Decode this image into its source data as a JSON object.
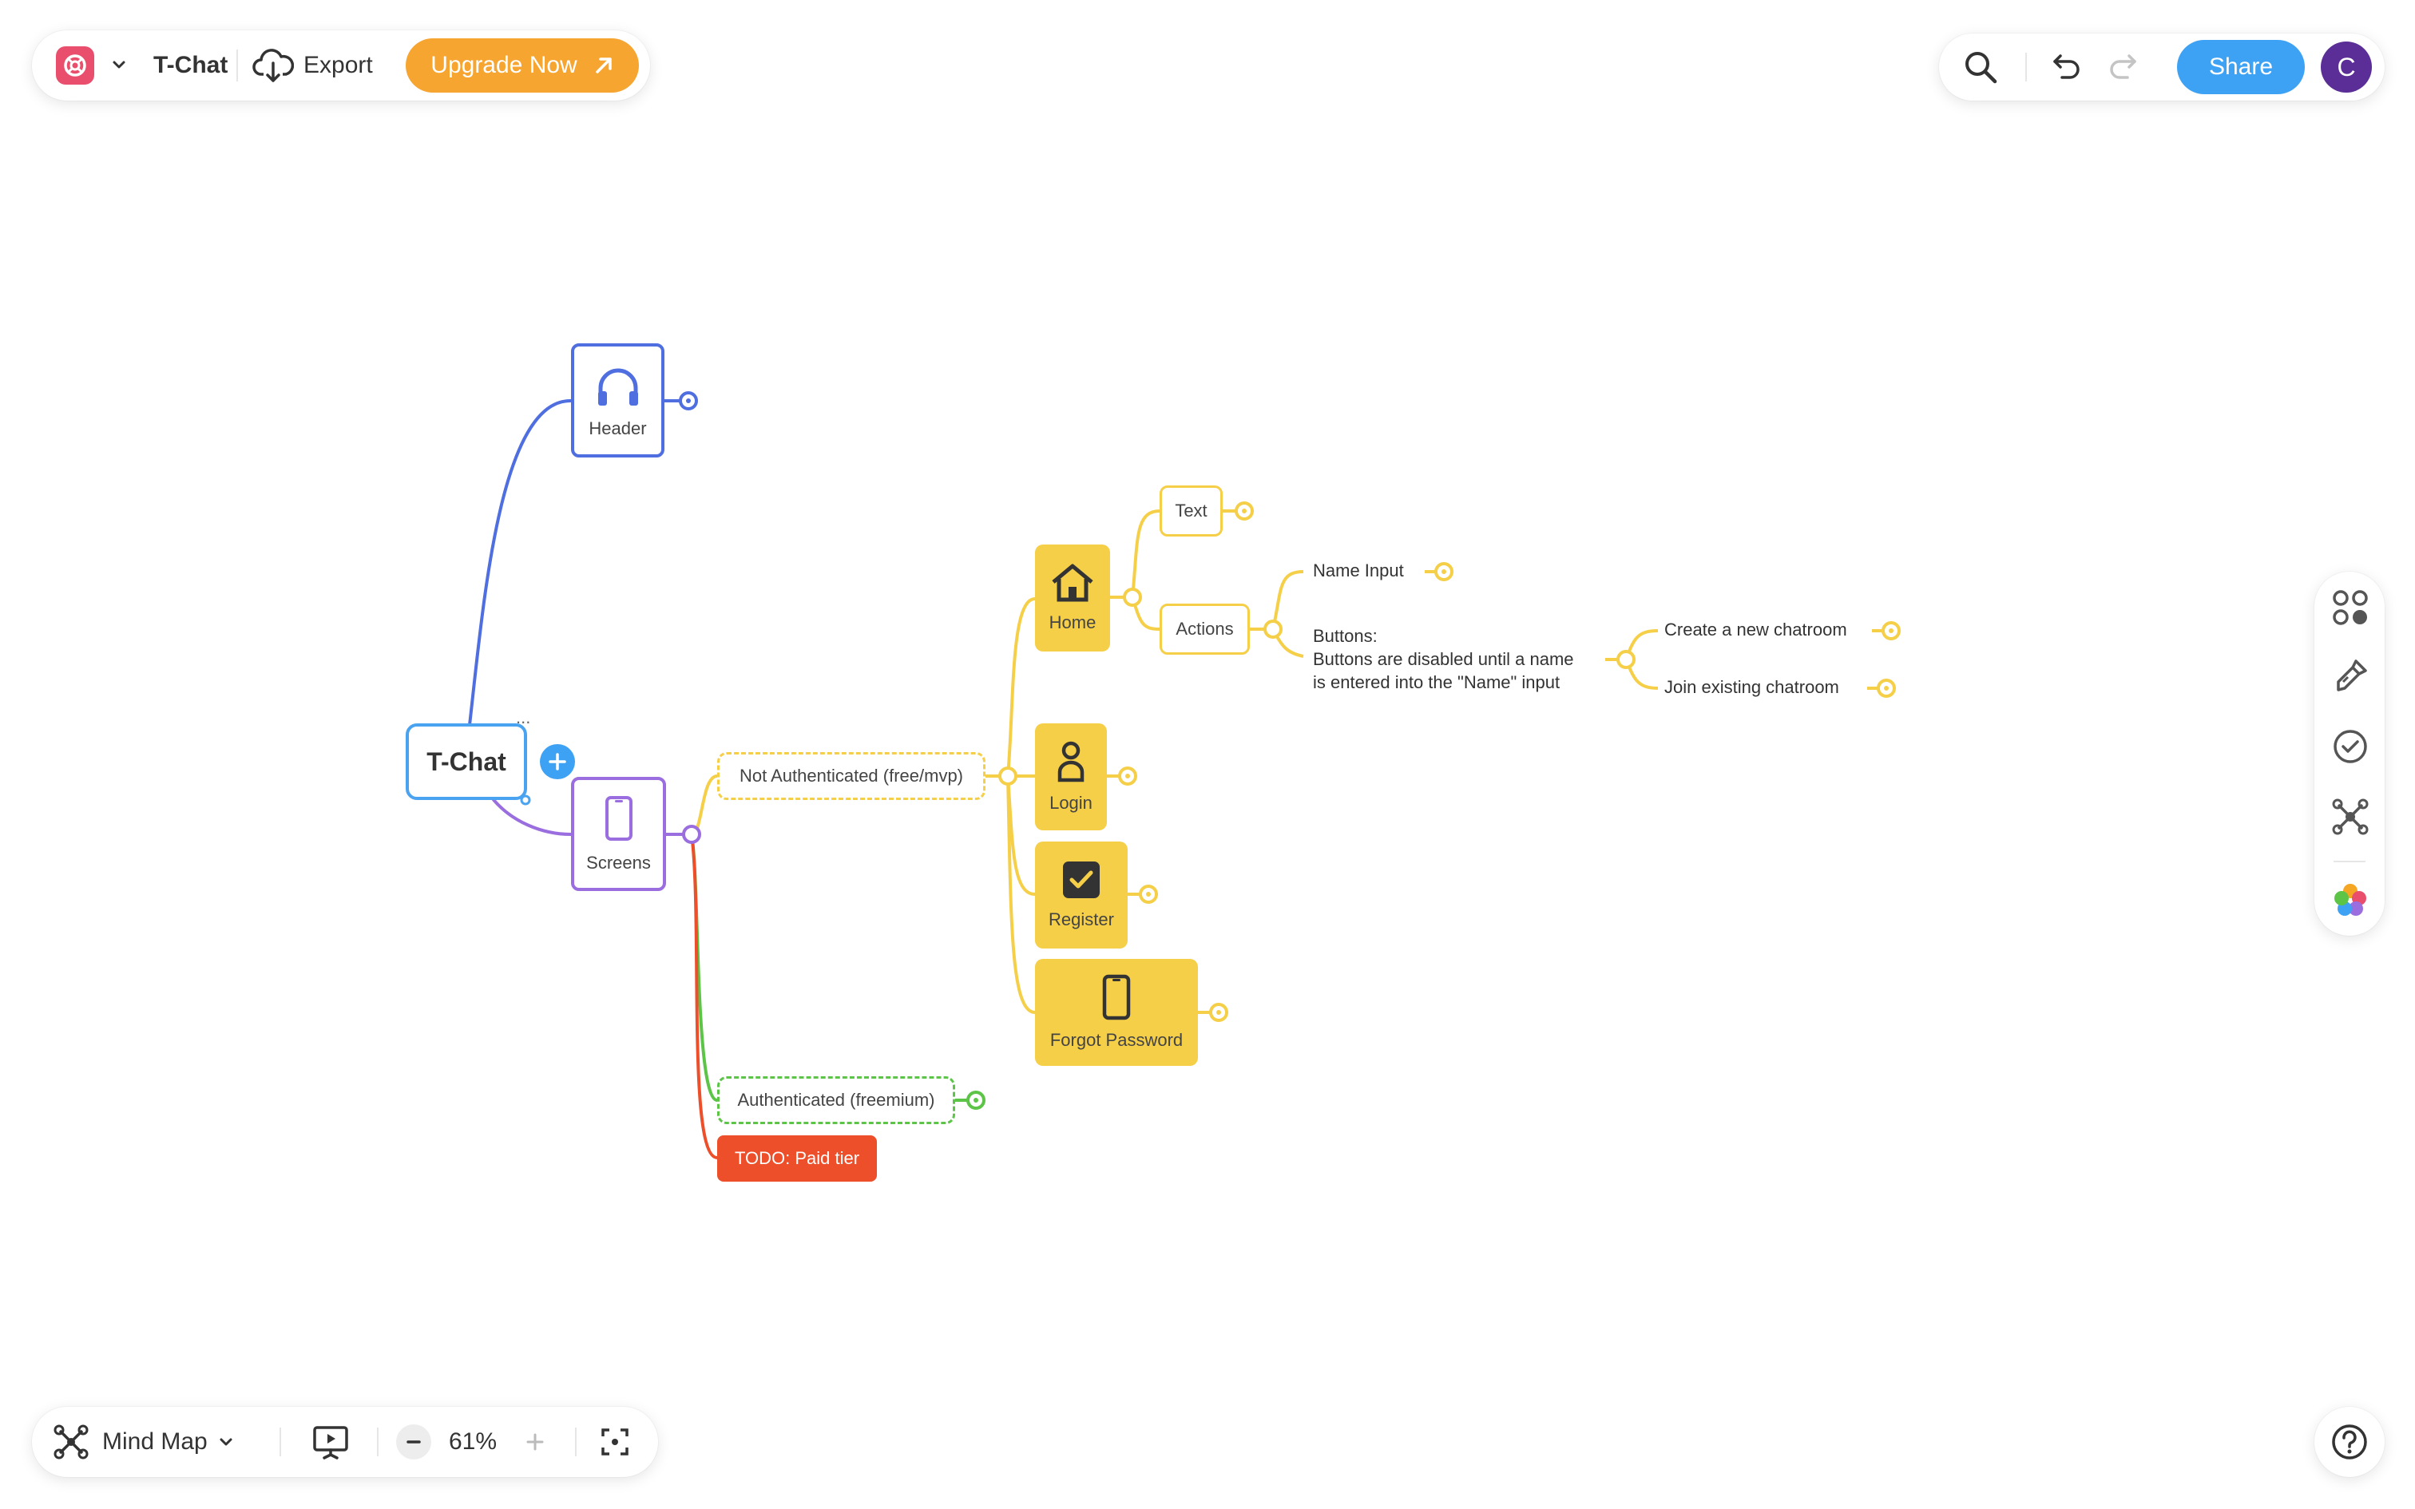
{
  "toolbar": {
    "title": "T-Chat",
    "export_label": "Export",
    "upgrade_label": "Upgrade Now",
    "share_label": "Share",
    "avatar_initial": "C",
    "brand_color": "#e94f6d",
    "upgrade_color": "#f6a531",
    "share_color": "#3ea2f4",
    "avatar_color": "#5b2d96"
  },
  "bottom": {
    "view_label": "Mind Map",
    "zoom": "61%"
  },
  "right_tools": {
    "icons": [
      "layout-icon",
      "style-brush-icon",
      "check-circle-icon",
      "mindmap-structure-icon",
      "color-theme-icon"
    ]
  },
  "mindmap": {
    "root": "T-Chat",
    "header": "Header",
    "screens": "Screens",
    "not_auth": "Not Authenticated (free/mvp)",
    "authenticated": "Authenticated (freemium)",
    "todo": "TODO: Paid tier",
    "home": "Home",
    "login": "Login",
    "register": "Register",
    "forgot": "Forgot Password",
    "text": "Text",
    "actions": "Actions",
    "name_input": "Name Input",
    "buttons_line1": "Buttons:",
    "buttons_line2": "Buttons are disabled until a name",
    "buttons_line3": "is entered into the \"Name\" input",
    "create_room": "Create a new chatroom",
    "join_room": "Join existing chatroom",
    "more_dots": "...",
    "colors": {
      "header": "#4f6ee0",
      "screens": "#9b6ee0",
      "yellow": "#f5cf48",
      "green": "#5cc447",
      "red": "#ec4f2a",
      "root": "#4aa3f0"
    }
  }
}
